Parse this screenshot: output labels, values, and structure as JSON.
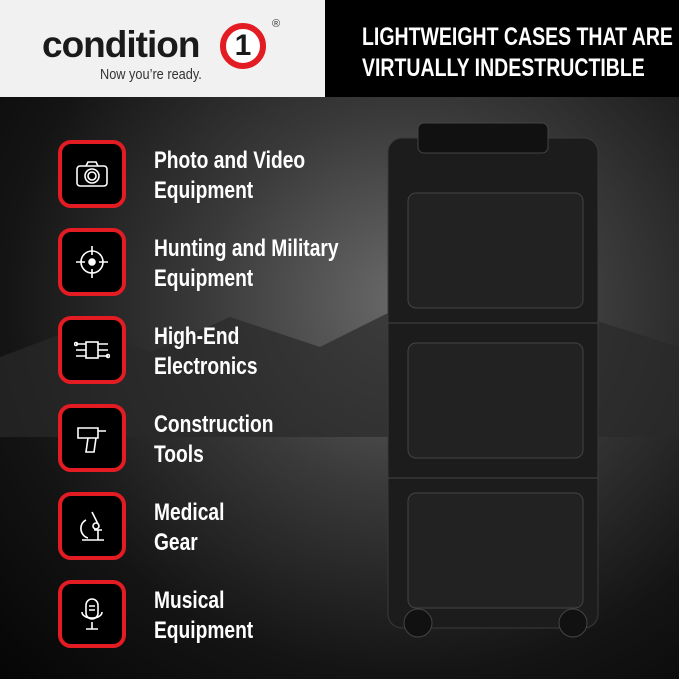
{
  "brand": {
    "name": "condition",
    "number": "1",
    "registered": "®",
    "tagline": "Now you’re ready."
  },
  "headline": {
    "line1": "LIGHTWEIGHT CASES THAT ARE",
    "line2": "VIRTUALLY INDESTRUCTIBLE"
  },
  "accent_color": "#e31b23",
  "items": [
    {
      "icon": "camera-icon",
      "line1": "Photo and Video",
      "line2": "Equipment"
    },
    {
      "icon": "crosshair-icon",
      "line1": "Hunting and Military",
      "line2": "Equipment"
    },
    {
      "icon": "circuit-icon",
      "line1": "High-End",
      "line2": "Electronics"
    },
    {
      "icon": "drill-icon",
      "line1": "Construction",
      "line2": "Tools"
    },
    {
      "icon": "microscope-icon",
      "line1": "Medical",
      "line2": "Gear"
    },
    {
      "icon": "microphone-icon",
      "line1": "Musical",
      "line2": "Equipment"
    }
  ]
}
